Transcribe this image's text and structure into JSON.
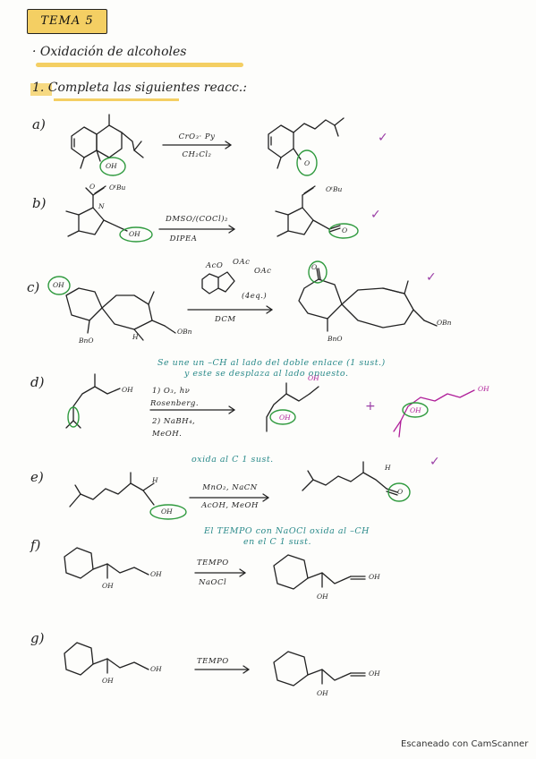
{
  "title_tag": "TEMA 5",
  "heading": "· Oxidación de alcoholes",
  "subheading": "1. Completa las siguientes reacc.:",
  "reactions": [
    {
      "label": "a)",
      "reagent_top": "CrO₃· Py",
      "reagent_bottom": "CH₂Cl₂",
      "sub": "OH",
      "prod": "O"
    },
    {
      "label": "b)",
      "reagent_top": "DMSO/(COCl)₂",
      "reagent_bottom": "DIPEA",
      "top_sub": "O",
      "oBu": "OᵗBu",
      "n": "N",
      "sub": "OH",
      "prod": "O"
    },
    {
      "label": "c)",
      "reagent_top_a": "AcO",
      "reagent_top_b": "OAc",
      "reagent_top_c": "OAc",
      "reagent_eq": "(4eq.)",
      "reagent_bottom": "DCM",
      "sub": "OH",
      "bno": "BnO",
      "obn": "OBn",
      "h": "H",
      "prod_bno": "BnO",
      "prod_obn": "OBn",
      "prod_o": "O"
    },
    {
      "label": "d)",
      "reagent_1": "1) O₃, hν",
      "reagent_2": "Rosenberg.",
      "reagent_3": "2) NaBH₄,",
      "reagent_4": "MeOH.",
      "sub": "OH",
      "p1_oh": "OH",
      "p1_oh2": "OH",
      "p2_oh": "OH",
      "p2_oh2": "OH"
    },
    {
      "label": "e)",
      "reagent_top": "MnO₂, NaCN",
      "reagent_bottom": "AcOH, MeOH",
      "sub_h": "H",
      "sub": "OH",
      "prod_h": "H",
      "prod": "O"
    },
    {
      "label": "f)",
      "reagent_top": "TEMPO",
      "reagent_bottom": "NaOCl",
      "sub_oh1": "OH",
      "sub_oh2": "OH",
      "prod_oh": "OH",
      "prod_o": "OH"
    },
    {
      "label": "g)",
      "reagent_top": "TEMPO",
      "sub_oh1": "OH",
      "sub_oh2": "OH",
      "prod_oh": "OH",
      "prod_o": "OH"
    }
  ],
  "notes": {
    "d_line1": "Se une un –CH al lado del doble enlace (1 sust.)",
    "d_line2": "y este se desplaza al lado opuesto.",
    "e": "oxida al C 1 sust.",
    "f_line1": "El TEMPO con NaOCl oxida al –CH",
    "f_line2": "en el C 1 sust."
  },
  "footer": "Escaneado con CamScanner",
  "colors": {
    "ink": "#222222",
    "green": "#2f9a3e",
    "purple": "#9b3fa6",
    "teal": "#2a8a8a",
    "highlight": "#f4cf63"
  }
}
